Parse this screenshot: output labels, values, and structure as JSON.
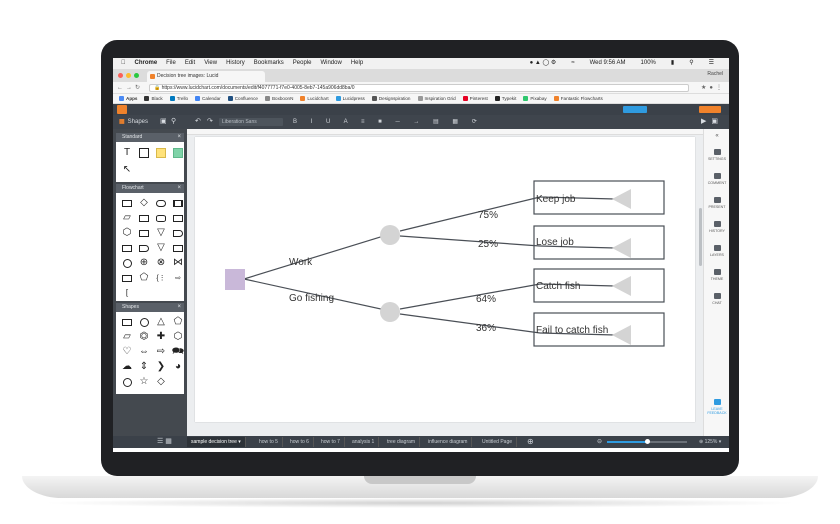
{
  "menubar": {
    "items": [
      "Chrome",
      "File",
      "Edit",
      "View",
      "History",
      "Bookmarks",
      "People",
      "Window",
      "Help"
    ],
    "clock": "Wed 9:56 AM",
    "battery": "100%"
  },
  "browser": {
    "tab_title": "Decision tree images: Lucid",
    "user": "Rachel",
    "url": "https://www.lucidchart.com/documents/edit/f4077771-f7e0-4005-8eb7-145a906dd8ba/0",
    "bookmarks": [
      "Apps",
      "Black",
      "Trello",
      "Calendar",
      "Confluence",
      "BoxboonN",
      "Lucidchart",
      "Lucidpress",
      "Designspiration",
      "Inspiration Grid",
      "Pinterest",
      "Typekit",
      "Pixabay",
      "Fantastic Flowcharts"
    ]
  },
  "toolbar": {
    "shapes_label": "Shapes",
    "font_name": "Liberation Sans"
  },
  "left_panel": {
    "sections": [
      "Standard",
      "Flowchart",
      "Shapes"
    ]
  },
  "right_panel": {
    "items": [
      "SETTINGS",
      "COMMENT",
      "PRESENT",
      "HISTORY",
      "LAYERS",
      "THEME",
      "CHAT"
    ],
    "feedback": "LEAVE FEEDBACK"
  },
  "tree": {
    "branch_work": "Work",
    "branch_fishing": "Go fishing",
    "prob_keep": "75%",
    "prob_lose": "25%",
    "prob_catch": "64%",
    "prob_fail": "36%",
    "outcome_keep": "Keep job",
    "outcome_lose": "Lose job",
    "outcome_catch": "Catch fish",
    "outcome_fail": "Fail to catch fish",
    "colors": {
      "decision": "#c9b8d9",
      "chance": "#d4d4d4",
      "end": "#d4d4d4"
    }
  },
  "pages": {
    "tabs": [
      "sample decision tree",
      "how to 5",
      "how to 6",
      "how to 7",
      "analysis 1",
      "tree diagram",
      "influence diagram",
      "Untitled Page"
    ],
    "zoom_level": "125%",
    "zoom_fraction": 0.5
  }
}
